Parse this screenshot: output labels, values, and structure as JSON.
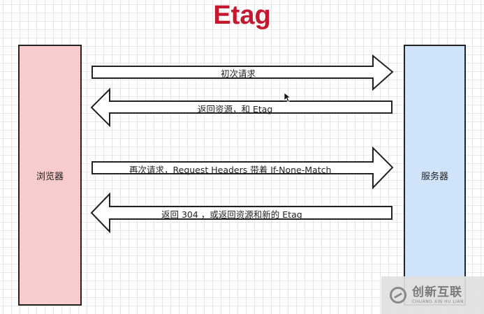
{
  "title": "Etag",
  "browser_label": "浏览器",
  "server_label": "服务器",
  "arrows": [
    {
      "direction": "right",
      "label": "初次请求"
    },
    {
      "direction": "left",
      "label": "返回资源，和 Etag"
    },
    {
      "direction": "right",
      "label": "再次请求，Request Headers 带着 If-None-Match"
    },
    {
      "direction": "left",
      "label": "返回 304 ，或返回资源和新的 Etag"
    }
  ],
  "watermark": {
    "main": "创新互联",
    "sub": "CHUANG XIN HU LIAN"
  },
  "colors": {
    "title": "#c5182f",
    "browser": "#f8cbcc",
    "server": "#cfe4fa"
  }
}
